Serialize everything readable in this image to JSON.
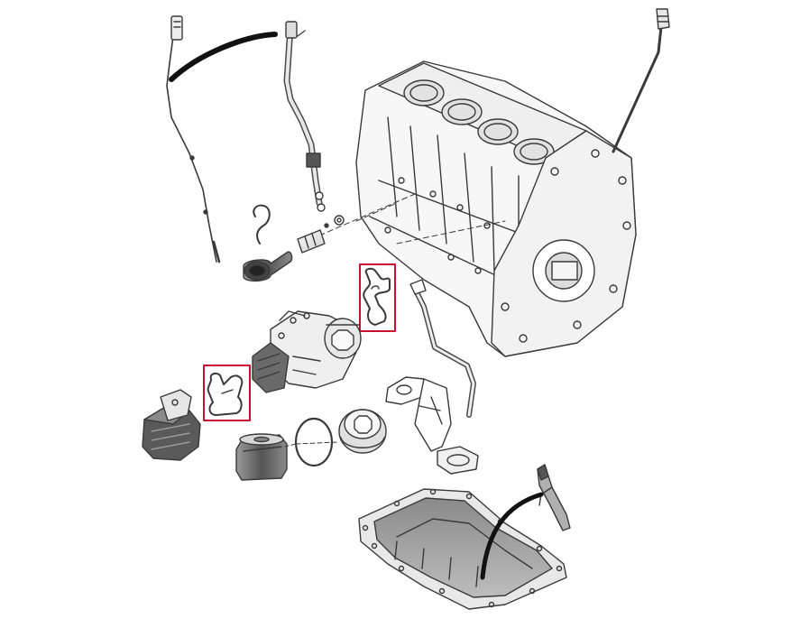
{
  "diagram": {
    "kind": "exploded-view",
    "colors": {
      "line": "#3a3a3a",
      "fill_light": "#f2f2f2",
      "fill_mid": "#cfcfcf",
      "fill_dark": "#6a6a6a",
      "highlight": "#c8102e"
    },
    "parts": [
      {
        "name": "engine-block"
      },
      {
        "name": "dipstick-right"
      },
      {
        "name": "dipstick-guide-tube"
      },
      {
        "name": "oil-level-sensor"
      },
      {
        "name": "oil-pressure-switch"
      },
      {
        "name": "funnel"
      },
      {
        "name": "o-ring"
      },
      {
        "name": "oil-filter-housing"
      },
      {
        "name": "oil-cooler"
      },
      {
        "name": "oil-filter-element"
      },
      {
        "name": "oil-filter-cap"
      },
      {
        "name": "oil-pump-pickup"
      },
      {
        "name": "oil-sump-pan"
      },
      {
        "name": "sump-plug"
      }
    ],
    "highlights": [
      {
        "name": "highlighted-gasket-upper",
        "part": "oil-cooler-gasket"
      },
      {
        "name": "highlighted-gasket-lower",
        "part": "oil-filter-housing-gasket"
      }
    ]
  }
}
